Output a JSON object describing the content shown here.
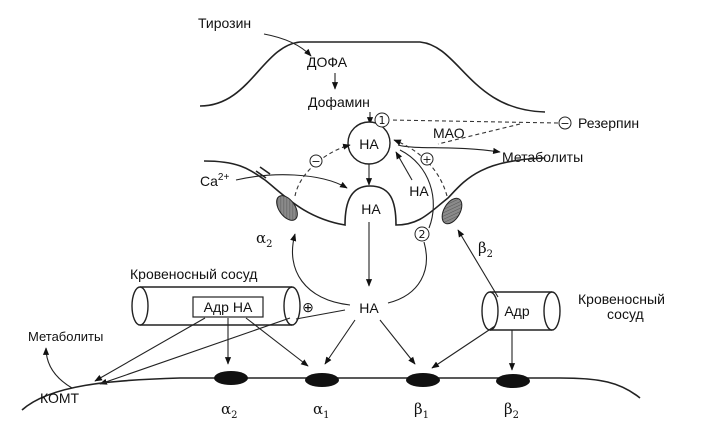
{
  "labels": {
    "tyrosine": "Тирозин",
    "dopa": "ДОФА",
    "dopamine": "Дофамин",
    "reserpine": "Резерпин",
    "mao": "МАО",
    "metabolites_top": "Метаболиты",
    "calcium": "Ca",
    "calcium_sup": "2+",
    "na_vesicle": "НА",
    "na_terminal": "НА",
    "na_cleft": "НА",
    "na_reuptake": "НА",
    "blood_vessel_left": "Кровеносный сосуд",
    "adr_na": "Адр НА",
    "blood_vessel_right_1": "Кровеносный",
    "blood_vessel_right_2": "сосуд",
    "adr_right": "Адр",
    "metabolites_left": "Метаболиты",
    "komt": "КОМТ",
    "num_1": "1",
    "num_2": "2",
    "minus": "−",
    "plus": "+",
    "plus_cleft": "⊕"
  },
  "receptors": {
    "alpha": "α",
    "beta": "β",
    "sub_1": "1",
    "sub_2": "2"
  }
}
